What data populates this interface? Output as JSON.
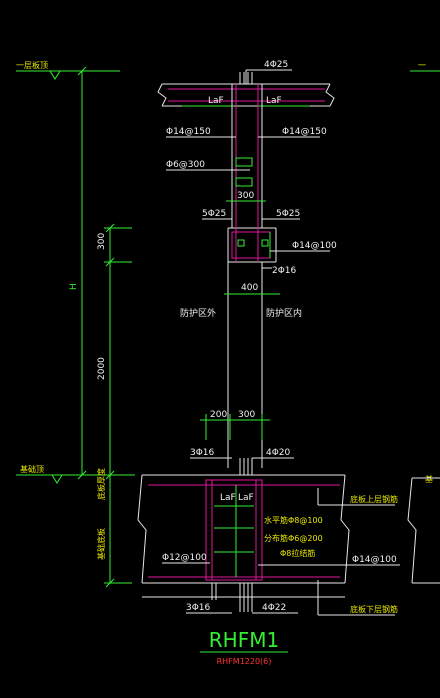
{
  "colors": {
    "background": "#000000",
    "wall_line": "#e8e8e8",
    "rebar": "#e0189a",
    "dimension": "#33ee33",
    "label": "#e8e8e8",
    "title": "#33ee33",
    "subtitle": "#ff3333"
  },
  "levels": {
    "floor_label": "一层板顶",
    "floor_label_right": "一",
    "foundation_label": "基础顶",
    "foundation_label_right": "基"
  },
  "dims": {
    "h": "H",
    "d300": "300",
    "d2000": "2000",
    "d300b": "300",
    "d400": "400",
    "d200": "200",
    "d300c": "300"
  },
  "labels": {
    "top_rebar": "4Φ25",
    "lof_left": "LaF",
    "lof_right": "LaF",
    "phi14_150_left": "Φ14@150",
    "phi14_150_right": "Φ14@150",
    "phi6_300": "Φ6@300",
    "rebar_5_25_left": "5Φ25",
    "rebar_5_25_right": "5Φ25",
    "phi14_100_mid": "Φ14@100",
    "rebar_2_16": "2Φ16",
    "zone_outside": "防护区外",
    "zone_inside": "防护区内",
    "rebar_3_16_top": "3Φ16",
    "rebar_4_20": "4Φ20",
    "lof_b_left": "LaF",
    "lof_b_right": "LaF",
    "foundation_top_note": "底板上层钢筋",
    "horiz_note": "水平筋Φ8@100",
    "distrib_note": "分布筋Φ6@200",
    "tie_note": "Φ8拉结筋",
    "phi12_100": "Φ12@100",
    "phi14_100_bot": "Φ14@100",
    "rebar_3_16_bot": "3Φ16",
    "rebar_4_22": "4Φ22",
    "foundation_bottom_note": "底板下层钢筋",
    "side_note_1": "底板厚度",
    "side_note_2": "基础底板"
  },
  "title": {
    "main": "RHFM1",
    "sub": "RHFM1220(6)"
  }
}
